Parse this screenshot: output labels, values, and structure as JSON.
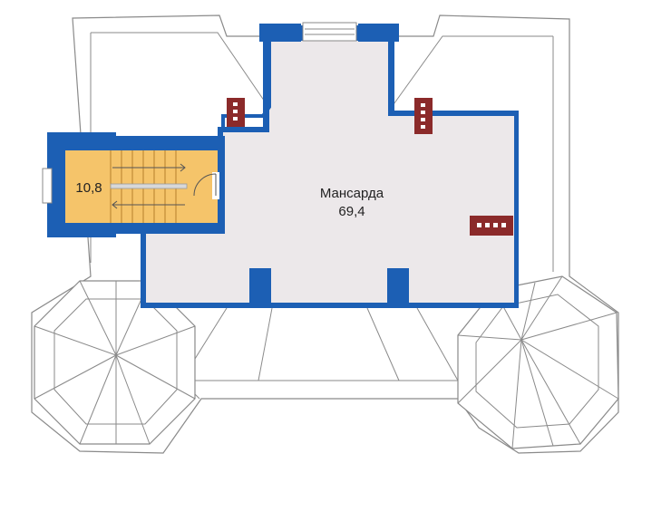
{
  "rooms": {
    "attic": {
      "name": "Мансарда",
      "area": "69,4"
    },
    "stair": {
      "area": "10,8"
    }
  },
  "colors": {
    "wall": "#1c5fb4",
    "attic_floor": "#ece8ea",
    "stair_floor": "#f5c46a",
    "chimney": "#8b2a2a",
    "roof_line": "#8a8a8a"
  }
}
